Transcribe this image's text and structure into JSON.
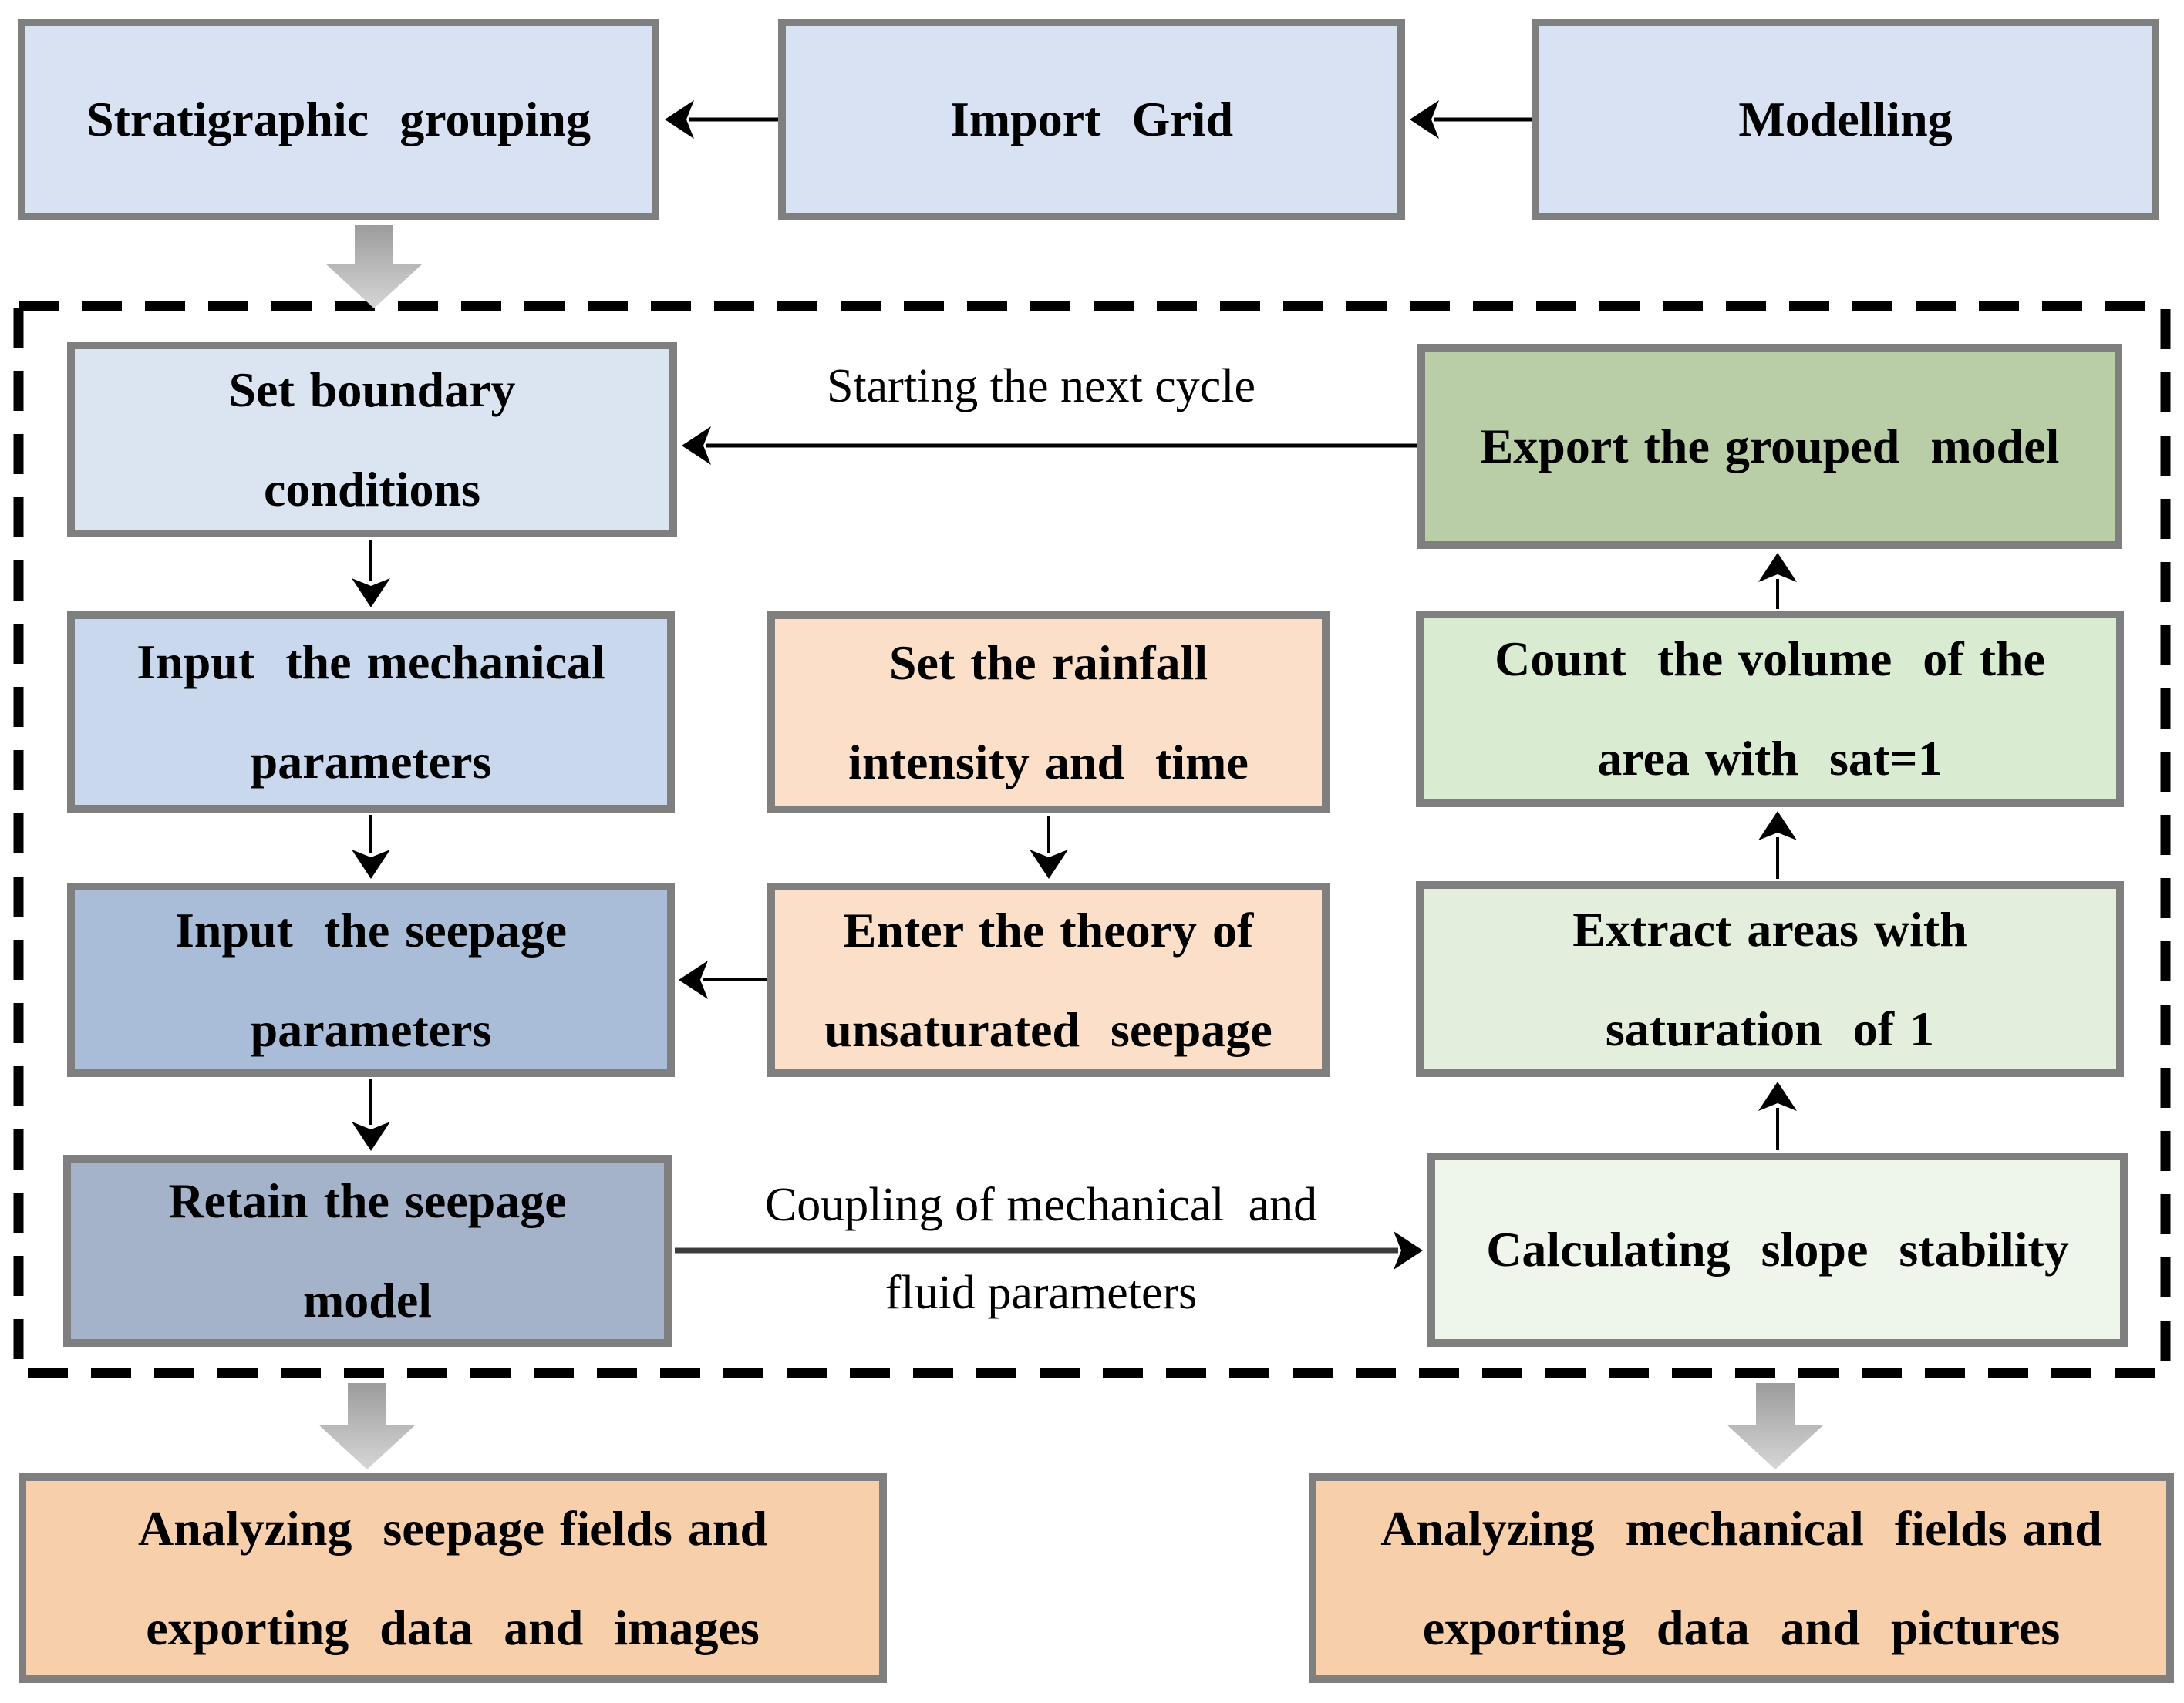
{
  "boxes": {
    "stratigraphic": {
      "lines": [
        "Stratigraphic  grouping"
      ]
    },
    "import_grid": {
      "lines": [
        "Import  Grid"
      ]
    },
    "modelling": {
      "lines": [
        "Modelling"
      ]
    },
    "set_boundary": {
      "lines": [
        "Set boundary",
        "conditions"
      ]
    },
    "input_mechanical": {
      "lines": [
        "Input  the mechanical",
        "parameters"
      ]
    },
    "input_seepage": {
      "lines": [
        "Input  the seepage",
        "parameters"
      ]
    },
    "retain_seepage": {
      "lines": [
        "Retain the seepage",
        "model"
      ]
    },
    "set_rainfall": {
      "lines": [
        "Set the rainfall",
        "intensity and  time"
      ]
    },
    "enter_theory": {
      "lines": [
        "Enter the theory of",
        "unsaturated  seepage"
      ]
    },
    "export_grouped": {
      "lines": [
        "Export the grouped  model"
      ]
    },
    "count_volume": {
      "lines": [
        "Count  the volume  of the",
        "area with  sat=1"
      ]
    },
    "extract_areas": {
      "lines": [
        "Extract areas with",
        "saturation  of 1"
      ]
    },
    "calc_stability": {
      "lines": [
        "Calculating  slope  stability"
      ]
    },
    "analyze_seepage": {
      "lines": [
        "Analyzing  seepage fields and",
        "exporting  data  and  images"
      ]
    },
    "analyze_mechanical": {
      "lines": [
        "Analyzing  mechanical  fields and",
        "exporting  data  and  pictures"
      ]
    }
  },
  "edge_labels": {
    "starting_cycle": "Starting the next cycle",
    "coupling_line1": "Coupling of mechanical  and",
    "coupling_line2": "fluid parameters"
  },
  "colors": {
    "stratigraphic": "#d9e2f3",
    "import_grid": "#d9e2f3",
    "modelling": "#d9e2f3",
    "set_boundary": "#dbe5f2",
    "input_mechanical": "#c9d8ec",
    "input_seepage": "#a9bdd9",
    "retain_seepage": "#a4b2ca",
    "set_rainfall": "#fbdfc8",
    "enter_theory": "#fbdfc8",
    "export_grouped": "#b9cda7",
    "count_volume": "#d9ebd1",
    "extract_areas": "#e3efdc",
    "calc_stability": "#eef5ea",
    "analyze_seepage": "#f8cfab",
    "analyze_mechanical": "#f8cfab",
    "box_border": "#7f7f7f",
    "dashed_border": "#000000",
    "arrow": "#000000",
    "coupling_arrow": "#3c3c3c",
    "block_arrow_top": "#9c9c9c",
    "block_arrow_bottom": "#d6d6d6"
  }
}
